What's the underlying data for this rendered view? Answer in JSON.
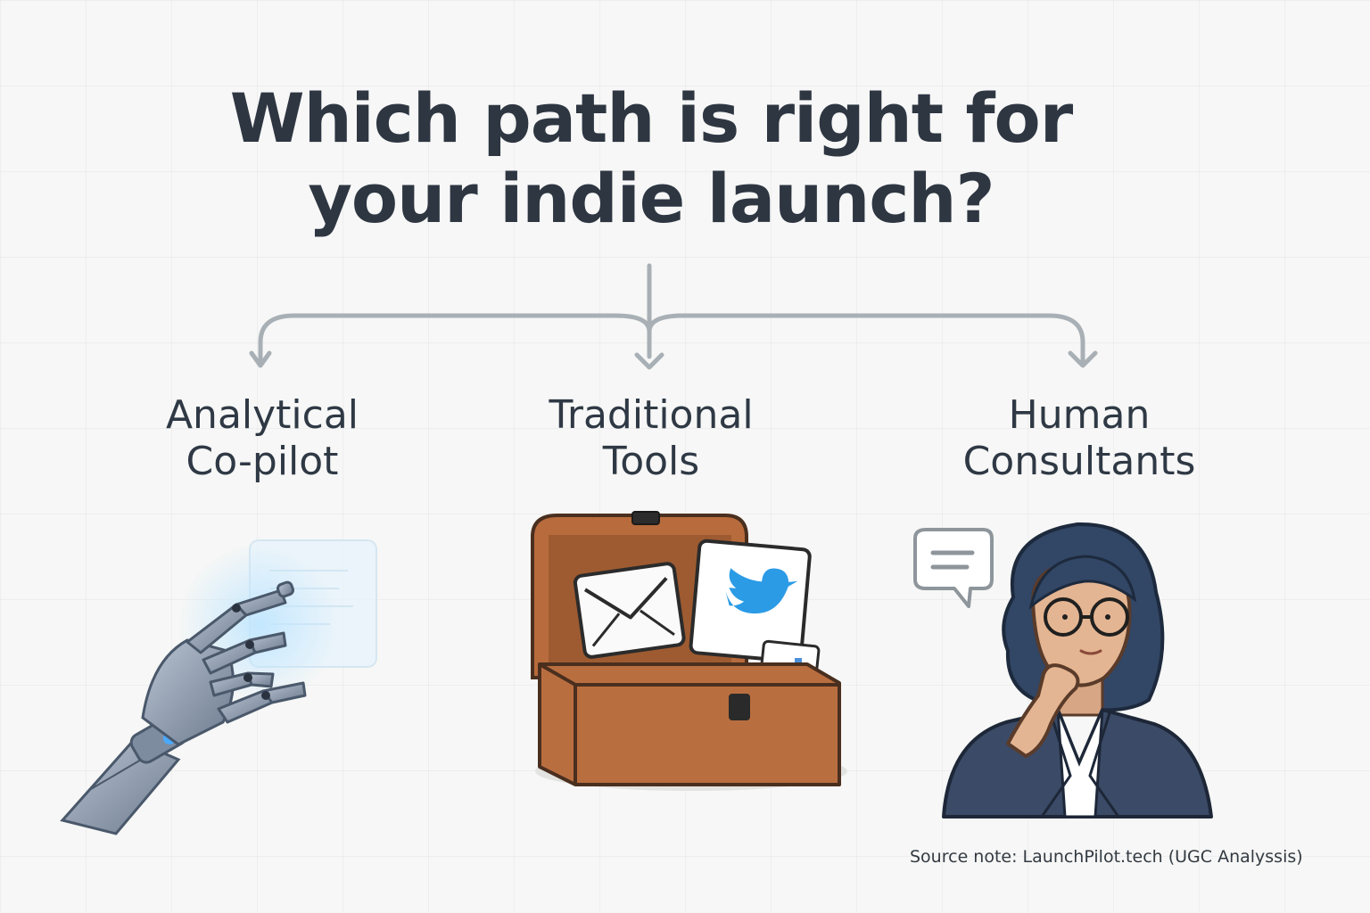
{
  "title": {
    "line1": "Which path is right for",
    "line2": "your indie launch?"
  },
  "options": [
    {
      "line1": "Analytical",
      "line2": "Co-pilot",
      "icon": "robot-hand-icon"
    },
    {
      "line1": "Traditional",
      "line2": "Tools",
      "icon": "toolbox-icon"
    },
    {
      "line1": "Human",
      "line2": "Consultants",
      "icon": "consultant-icon"
    }
  ],
  "source_note": "Source note: LaunchPilot.tech (UGC Analyssis)",
  "colors": {
    "text": "#2e3642",
    "connector": "#a8b0b6",
    "box": "#b86b3c",
    "twitter": "#2b9be6",
    "blazer": "#3b4a66"
  }
}
